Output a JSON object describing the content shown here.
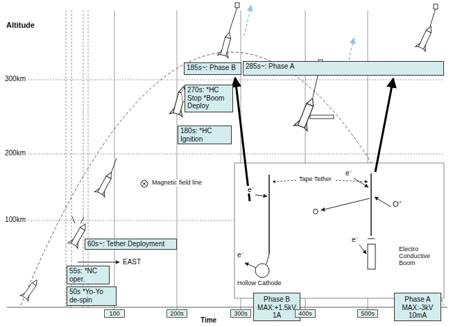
{
  "diagram": {
    "nodes": [
      {
        "text": [
          "185s~: Phase B"
        ]
      },
      {
        "text": [
          "285s~: Phase A"
        ]
      },
      {
        "text": [
          "270s: *HC Stop *Boom Deploy"
        ]
      },
      {
        "text": [
          "180s: *HC Ignition"
        ]
      },
      {
        "text": [
          "60s~: Tether Deployment"
        ]
      },
      {
        "text": [
          "55s: *NC oper."
        ]
      },
      {
        "text": [
          "50s *Yo-Yo de-spin"
        ]
      },
      {
        "text": [
          "Phase B",
          "MAX:+1.5kV 1A"
        ]
      },
      {
        "text": [
          "Phase A",
          "MAX:-3kV 10mA"
        ]
      },
      {
        "text": [
          "100"
        ]
      },
      {
        "text": [
          "200s"
        ]
      },
      {
        "text": [
          "300s"
        ]
      },
      {
        "text": [
          "400s"
        ]
      },
      {
        "text": [
          "500s"
        ]
      }
    ],
    "labels": [
      "Altitude",
      "300km",
      "200km",
      "100km",
      "Magnetic field line",
      "EAST",
      "Tape Tether",
      "e⁻",
      "e⁻",
      "Hollow Cathode",
      "e⁻",
      "O",
      "O⁺",
      "e⁻",
      "Electro Conductive Boom",
      "Time"
    ]
  }
}
